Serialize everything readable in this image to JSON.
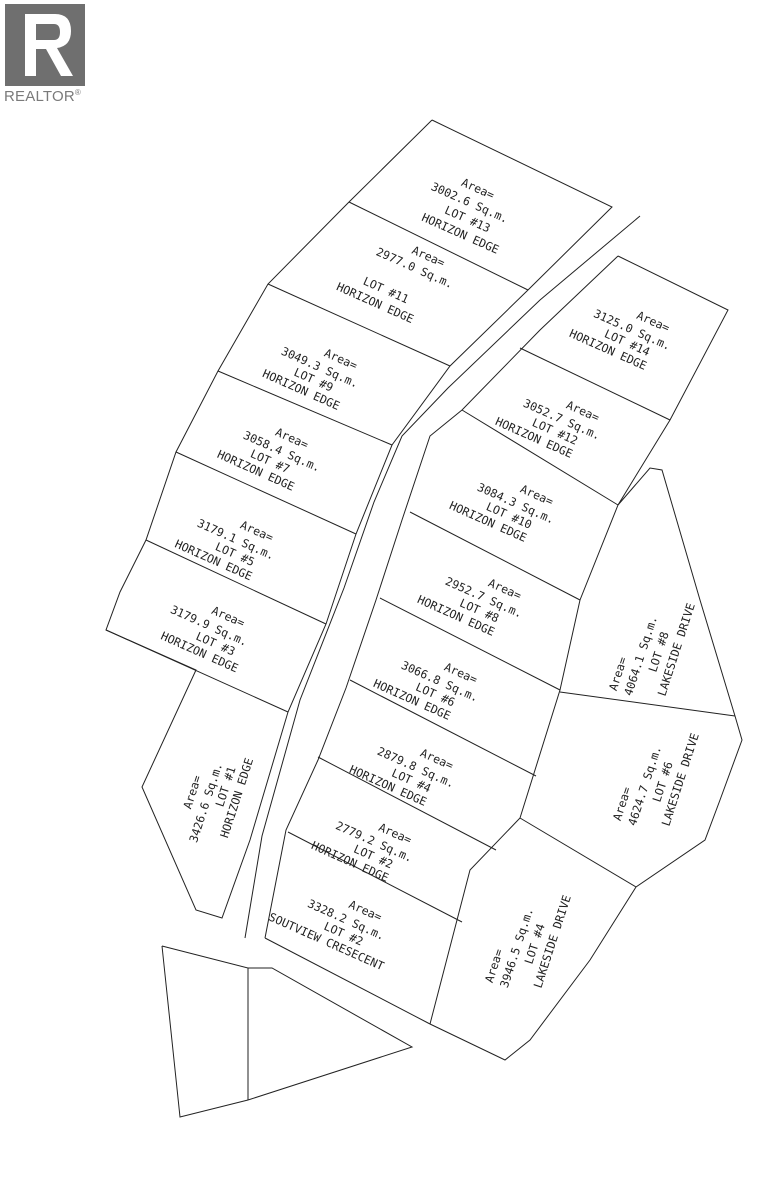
{
  "logo": {
    "wordmark": "REALTOR",
    "registered": "®"
  },
  "lots": [
    {
      "id": "lot13",
      "area_label": "Area=",
      "area": "3002.6  Sq.m.",
      "lot": "LOT #13",
      "street": "HORIZON EDGE"
    },
    {
      "id": "lot11",
      "area_label": "Area=",
      "area": "2977.0  Sq.m.",
      "lot": "LOT #11",
      "street": "HORIZON EDGE"
    },
    {
      "id": "lot9",
      "area_label": "Area=",
      "area": "3049.3  Sq.m.",
      "lot": "LOT #9",
      "street": "HORIZON EDGE"
    },
    {
      "id": "lot7",
      "area_label": "Area=",
      "area": "3058.4  Sq.m.",
      "lot": "LOT #7",
      "street": "HORIZON EDGE"
    },
    {
      "id": "lot5",
      "area_label": "Area=",
      "area": "3179.1  Sq.m.",
      "lot": "LOT #5",
      "street": "HORIZON EDGE"
    },
    {
      "id": "lot3",
      "area_label": "Area=",
      "area": "3179.9  Sq.m.",
      "lot": "LOT #3",
      "street": "HORIZON EDGE"
    },
    {
      "id": "lot1",
      "area_label": "Area=",
      "area": "3426.6  Sq.m.",
      "lot": "LOT #1",
      "street": "HORIZON EDGE"
    },
    {
      "id": "lot14",
      "area_label": "Area=",
      "area": "3125.0  Sq.m.",
      "lot": "LOT #14",
      "street": "HORIZON EDGE"
    },
    {
      "id": "lot12",
      "area_label": "Area=",
      "area": "3052.7  Sq.m.",
      "lot": "LOT #12",
      "street": "HORIZON EDGE"
    },
    {
      "id": "lot10",
      "area_label": "Area=",
      "area": "3084.3  Sq.m.",
      "lot": "LOT #10",
      "street": "HORIZON EDGE"
    },
    {
      "id": "lot8",
      "area_label": "Area=",
      "area": "2952.7  Sq.m.",
      "lot": "LOT #8",
      "street": "HORIZON EDGE"
    },
    {
      "id": "lot6",
      "area_label": "Area=",
      "area": "3066.8  Sq.m.",
      "lot": "LOT #6",
      "street": "HORIZON EDGE"
    },
    {
      "id": "lot4",
      "area_label": "Area=",
      "area": "2879.8  Sq.m.",
      "lot": "LOT #4",
      "street": "HORIZON EDGE"
    },
    {
      "id": "lot2",
      "area_label": "Area=",
      "area": "2779.2  Sq.m.",
      "lot": "LOT #2",
      "street": "HORIZON EDGE"
    },
    {
      "id": "lot2s",
      "area_label": "Area=",
      "area": "3328.2  Sq.m.",
      "lot": "LOT #2",
      "street": "SOUTVIEW CRESECENT"
    },
    {
      "id": "lotL8",
      "area_label": "Area=",
      "area": "4064.1  Sq.m.",
      "lot": "LOT #8",
      "street": "LAKESIDE DRIVE"
    },
    {
      "id": "lotL6",
      "area_label": "Area=",
      "area": "4624.7  Sq.m.",
      "lot": "LOT #6",
      "street": "LAKESIDE DRIVE"
    },
    {
      "id": "lotL4",
      "area_label": "Area=",
      "area": "3946.5  Sq.m.",
      "lot": "LOT #4",
      "street": "LAKESIDE DRIVE"
    }
  ]
}
